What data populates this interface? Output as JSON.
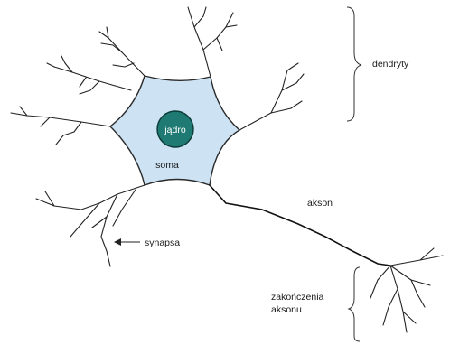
{
  "labels": {
    "nucleus": "jądro",
    "soma": "soma",
    "dendrites": "dendryty",
    "axon": "akson",
    "synapse": "synapsa",
    "axon_terminals_line1": "zakończenia",
    "axon_terminals_line2": "aksonu"
  },
  "colors": {
    "soma_fill": "#cde3f4",
    "soma_stroke": "#2a2a2a",
    "nucleus_fill": "#1f7a73",
    "nucleus_stroke": "#0b3b37"
  }
}
